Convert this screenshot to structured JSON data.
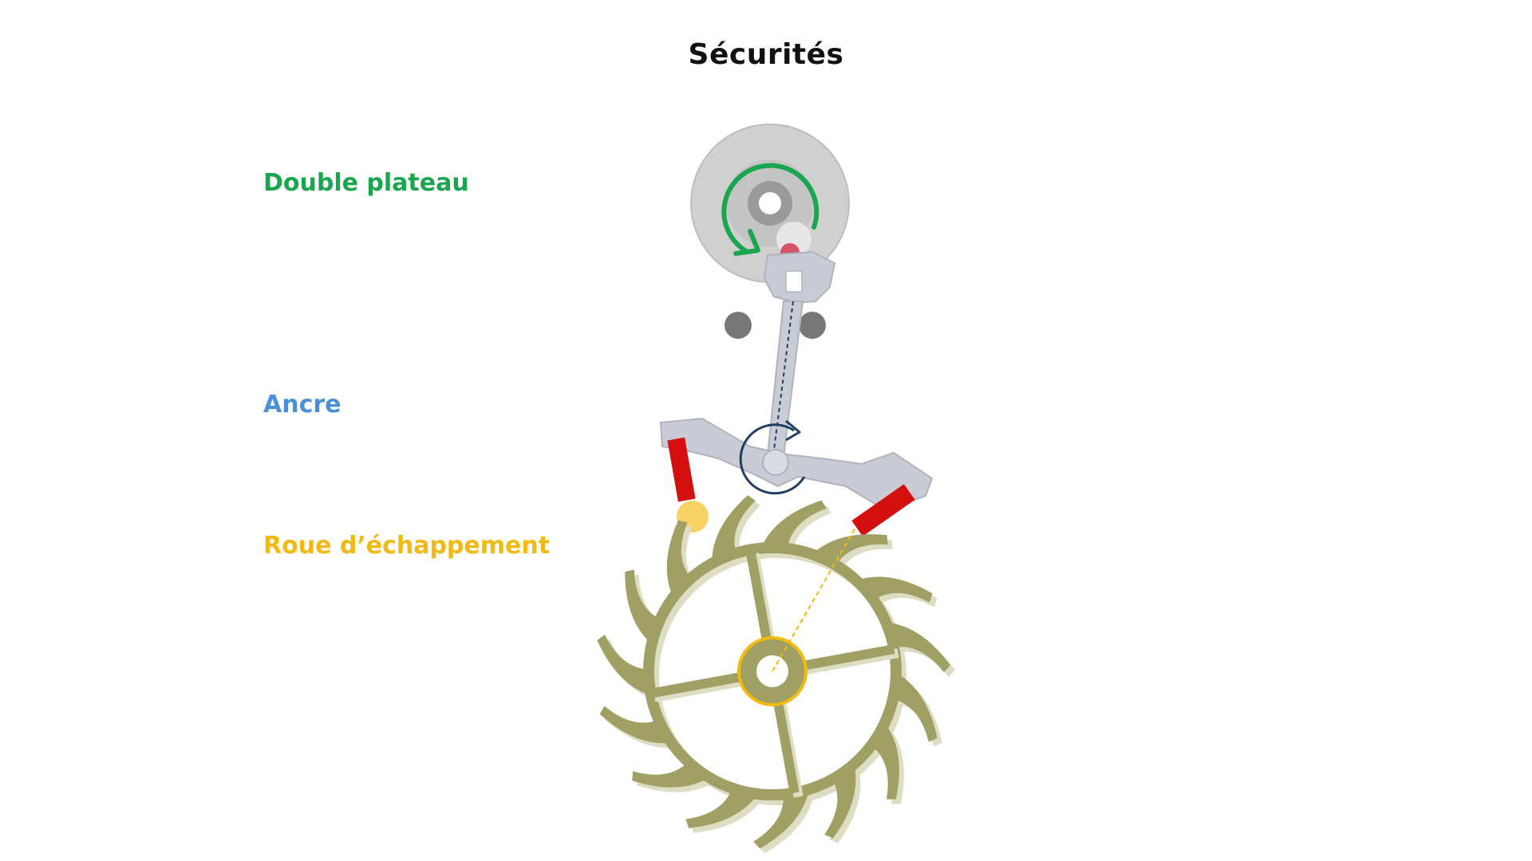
{
  "title": "Sécurités",
  "labels": {
    "double_plateau": "Double plateau",
    "ancre": "Ancre",
    "roue": "Roue d’échappement"
  },
  "colors": {
    "double_plateau": "#1aa64f",
    "ancre": "#4a90d9",
    "roue": "#f2b90f",
    "wheel": "#a0a064",
    "wheel_shadow": "#ddddc4",
    "pallet_stone": "#d40f0f",
    "pallet_fork": "#c9ccd4",
    "arrow_dark": "#1f3f63",
    "plateau": "#d0d0d0",
    "pin": "#777777"
  },
  "icons": {
    "balance_rotation": "circular-arrow-clockwise-icon",
    "anchor_rotation": "circular-arrow-clockwise-icon"
  }
}
